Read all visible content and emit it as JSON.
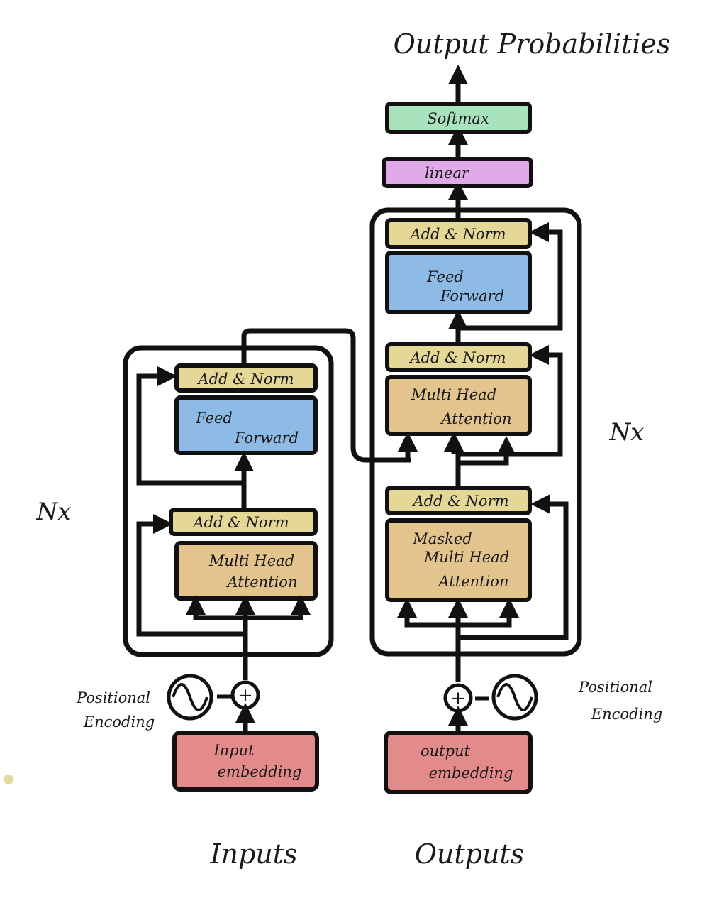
{
  "title": "Output Probabilities",
  "encoder": {
    "repeat_label": "Nx",
    "add_norm_top": "Add & Norm",
    "feed_forward": [
      "Feed",
      "Forward"
    ],
    "add_norm_bottom": "Add & Norm",
    "attention": [
      "Multi Head",
      "Attention"
    ],
    "positional_encoding": [
      "Positional",
      "Encoding"
    ],
    "input_embedding": [
      "Input",
      "embedding"
    ],
    "input_caption": "Inputs"
  },
  "decoder": {
    "repeat_label": "Nx",
    "softmax": "Softmax",
    "linear": "linear",
    "add_norm_top": "Add & Norm",
    "feed_forward": [
      "Feed",
      "Forward"
    ],
    "add_norm_mid": "Add & Norm",
    "cross_attention": [
      "Multi Head",
      "Attention"
    ],
    "add_norm_bottom": "Add & Norm",
    "masked_attention": [
      "Masked",
      "Multi Head",
      "Attention"
    ],
    "positional_encoding": [
      "Positional",
      "Encoding"
    ],
    "output_embedding": [
      "output",
      "embedding"
    ],
    "output_caption": "Outputs"
  },
  "colors": {
    "add_norm": "#e5d795",
    "feed_forward": "#8dbbe6",
    "attention": "#e3c48c",
    "embedding": "#e38a8a",
    "softmax": "#a9e3bd",
    "linear": "#e0a9e8",
    "stroke": "#111111"
  }
}
